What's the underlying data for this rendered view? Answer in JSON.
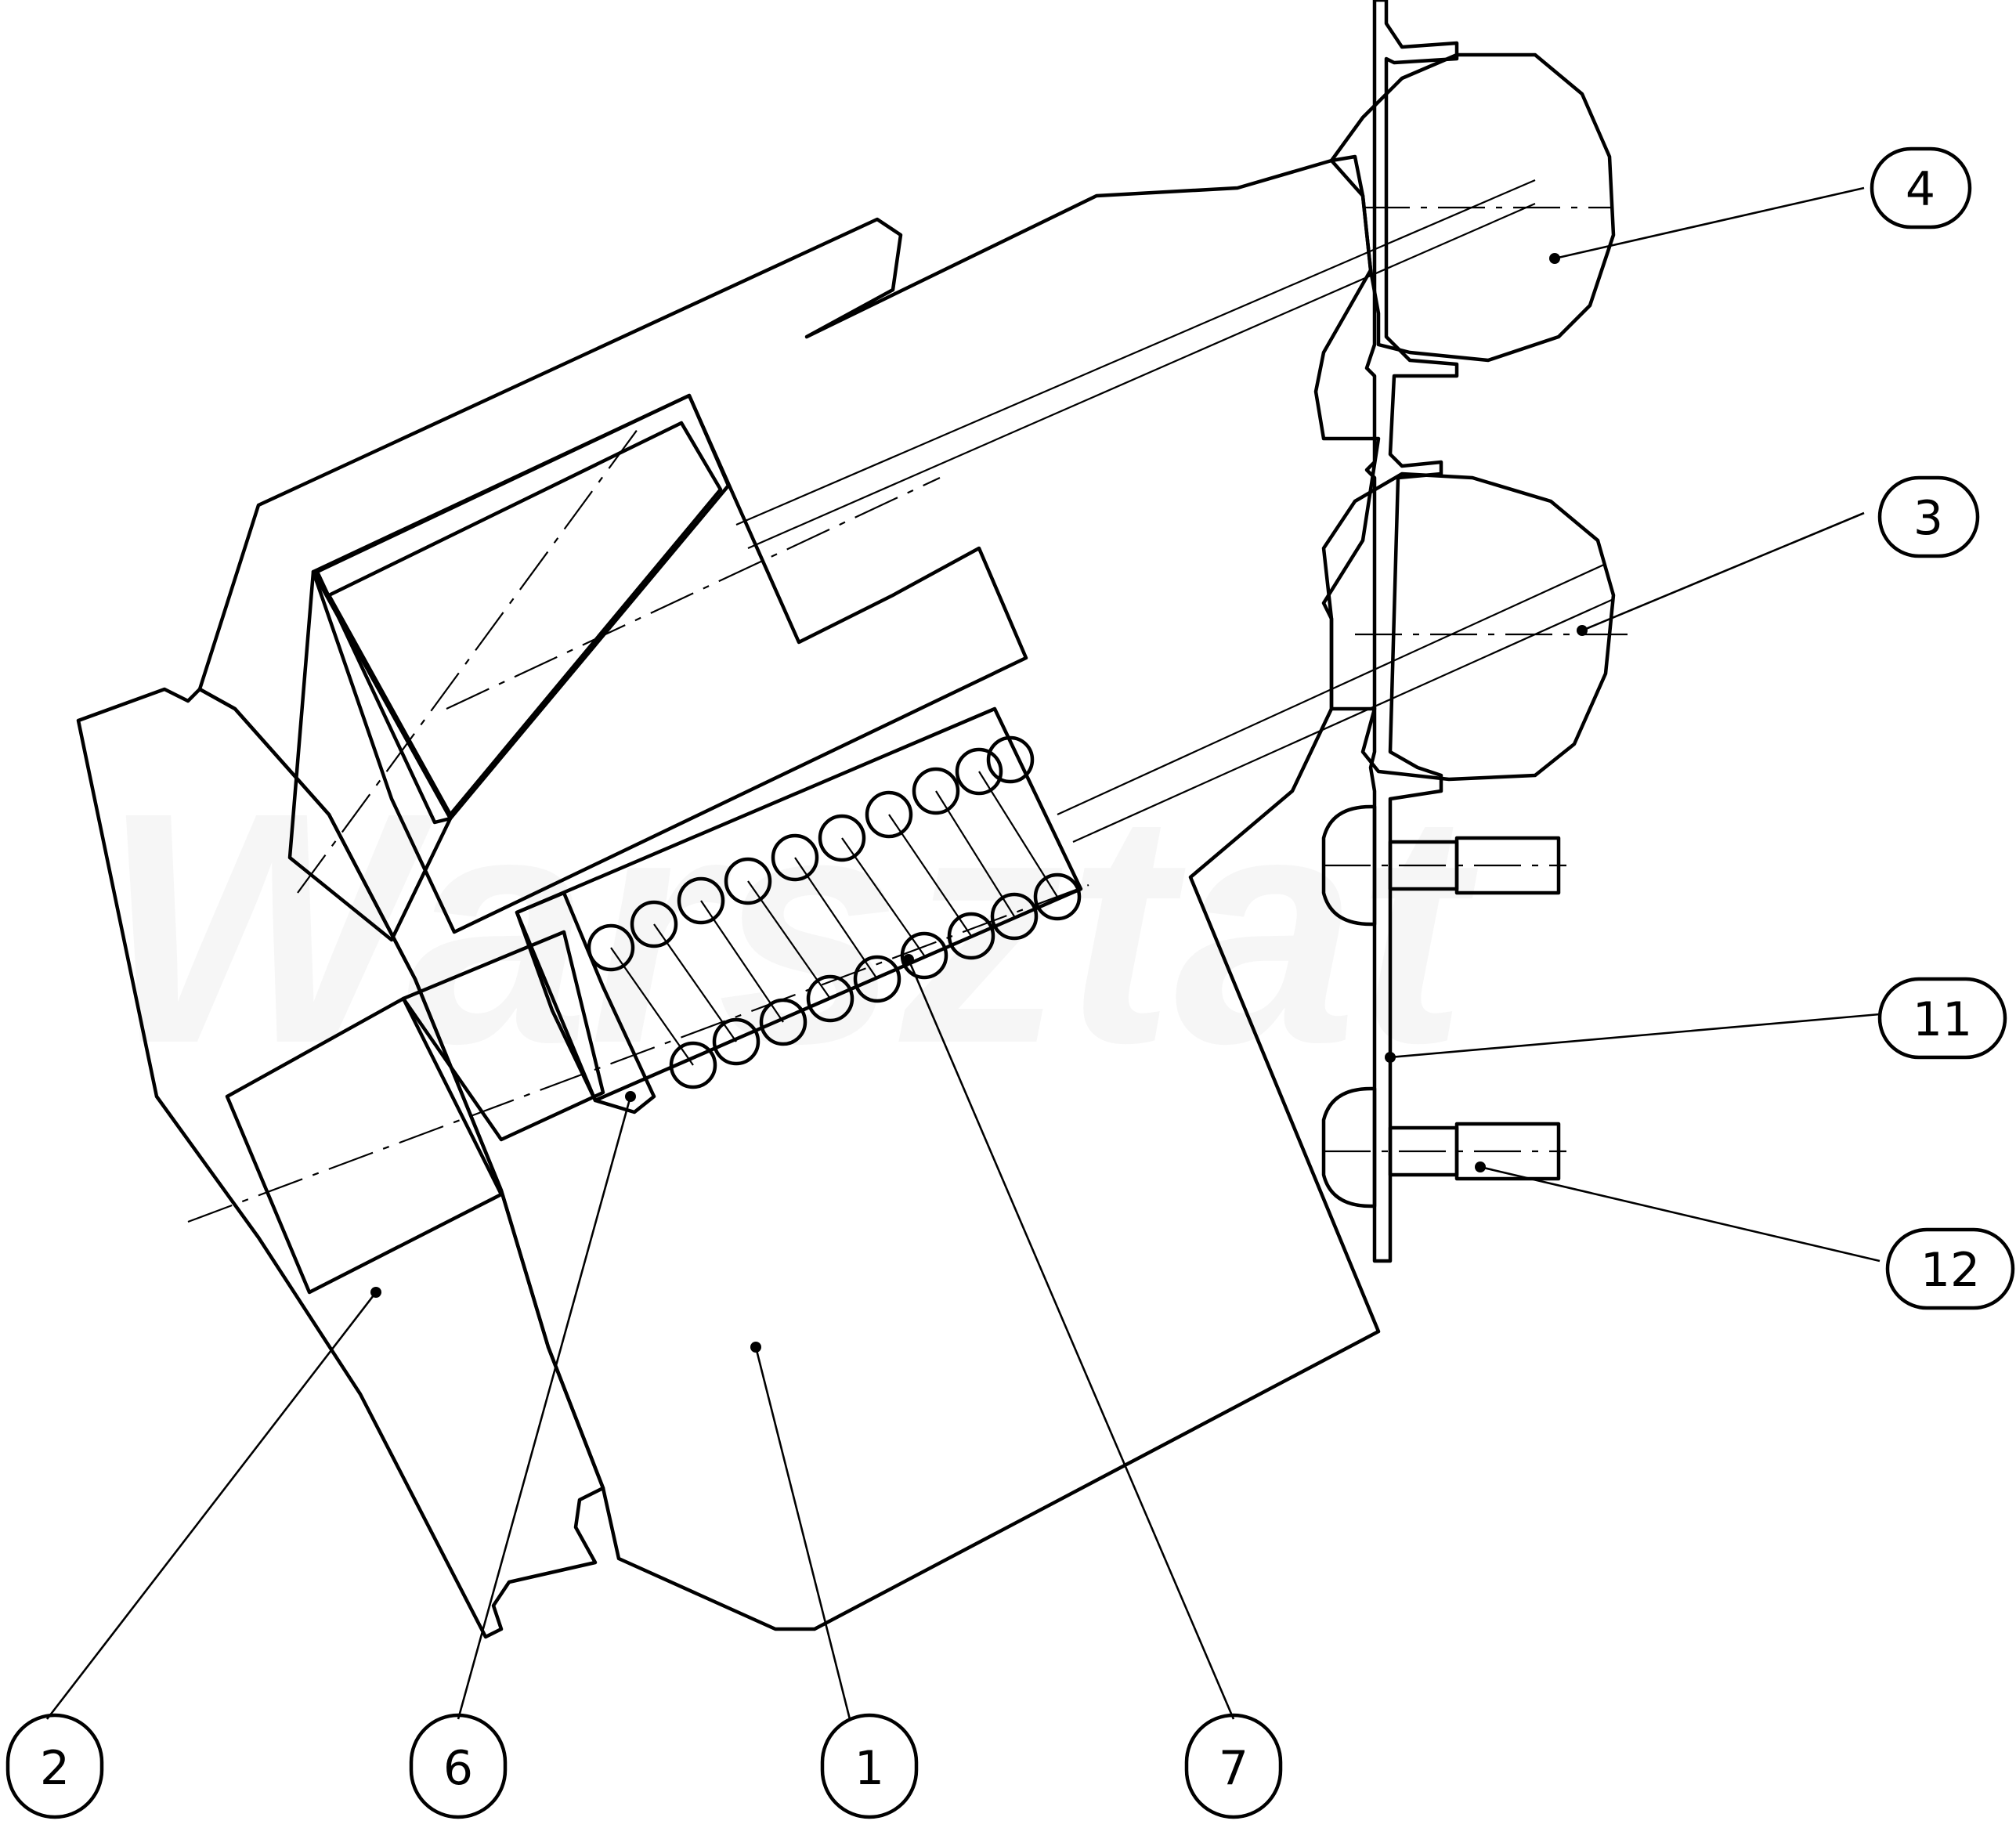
{
  "diagram": {
    "kind": "sectional assembly drawing",
    "watermark_text": "Warsztat",
    "line_color": "#000000",
    "background_color": "#ffffff"
  },
  "callouts": [
    {
      "id": "c4",
      "label": "4"
    },
    {
      "id": "c3",
      "label": "3"
    },
    {
      "id": "c11",
      "label": "11"
    },
    {
      "id": "c12",
      "label": "12"
    },
    {
      "id": "c2",
      "label": "2"
    },
    {
      "id": "c6",
      "label": "6"
    },
    {
      "id": "c1",
      "label": "1"
    },
    {
      "id": "c7",
      "label": "7"
    }
  ]
}
